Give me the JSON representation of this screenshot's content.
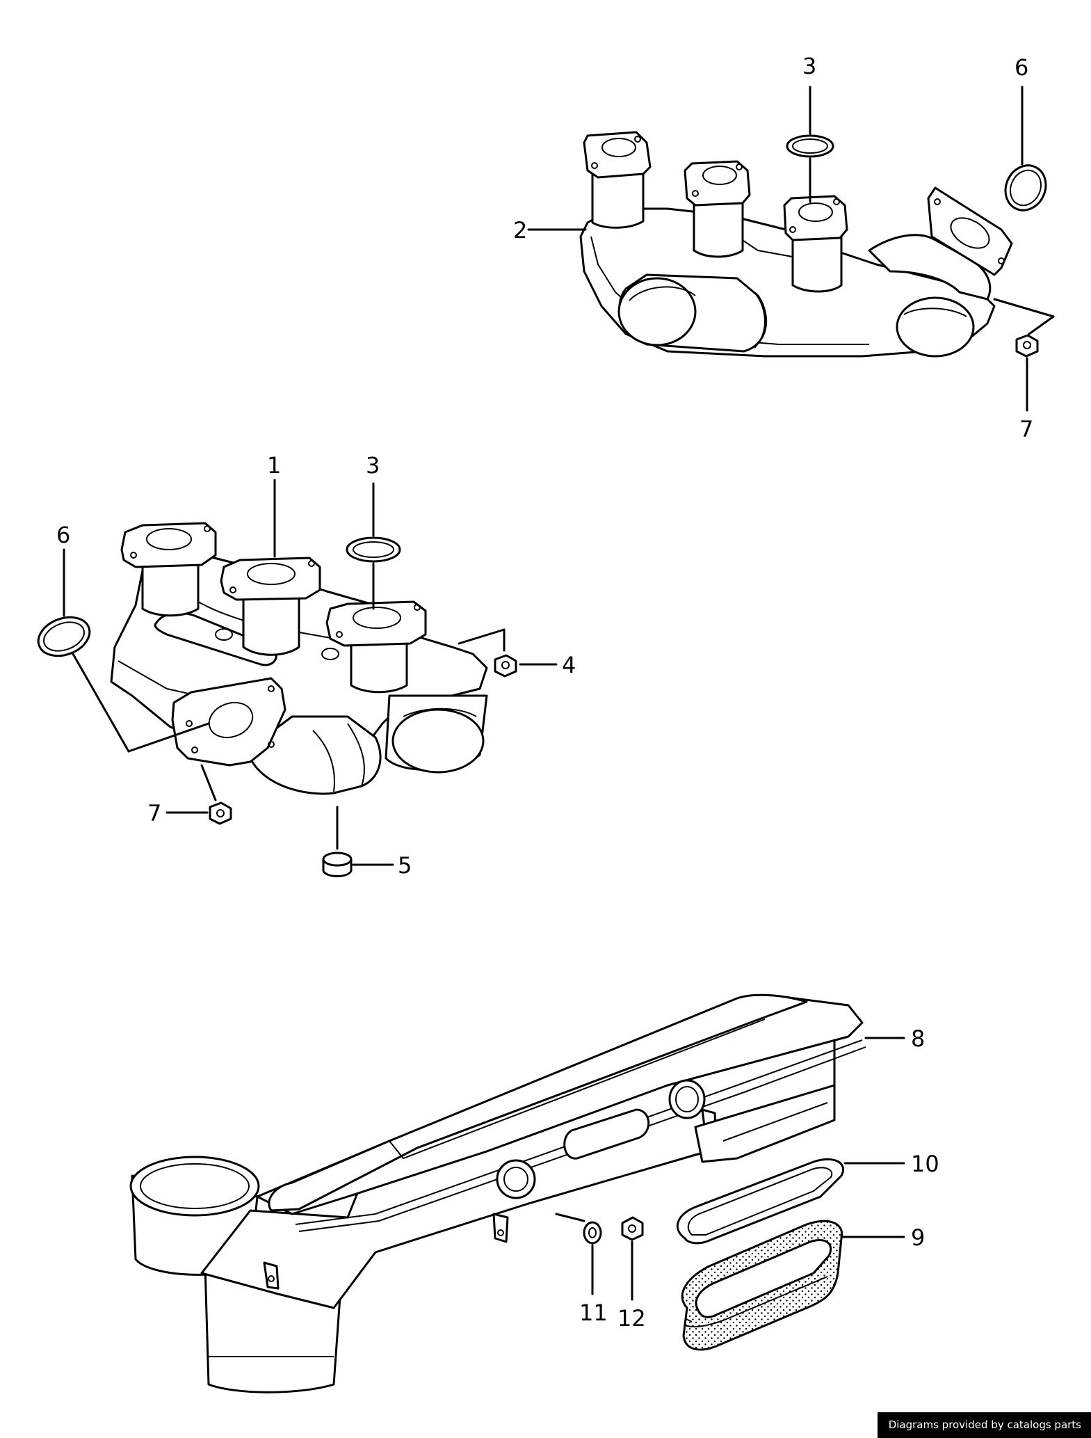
{
  "callouts": {
    "c1": "1",
    "c2": "2",
    "c3a": "3",
    "c3b": "3",
    "c4": "4",
    "c5": "5",
    "c6a": "6",
    "c6b": "6",
    "c7a": "7",
    "c7b": "7",
    "c8": "8",
    "c9": "9",
    "c10": "10",
    "c11": "11",
    "c12": "12"
  },
  "footer": {
    "credit": "Diagrams provided by catalogs parts"
  }
}
